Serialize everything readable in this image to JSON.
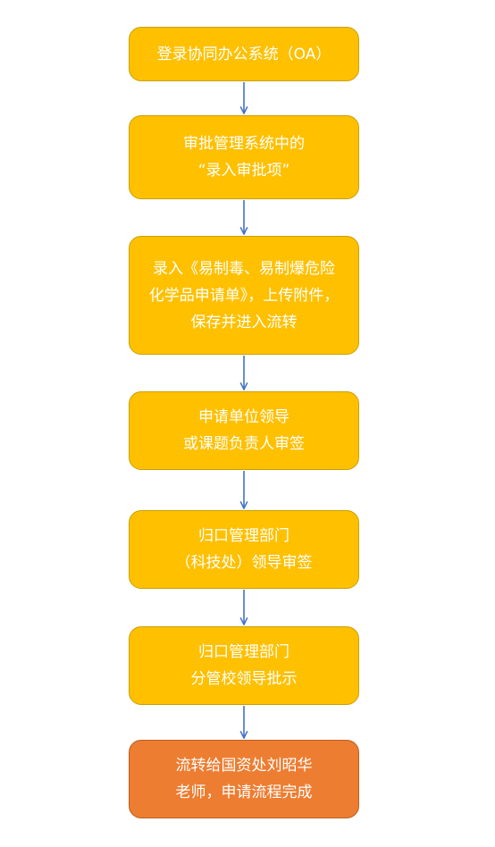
{
  "colors": {
    "step_fill": "#ffc000",
    "step_border": "#c9a000",
    "final_fill": "#ed7d31",
    "final_border": "#b85f22",
    "arrow": "#4472c4",
    "text": "#ffffff"
  },
  "steps": [
    {
      "lines": [
        "登录协同办公系统（OA）"
      ]
    },
    {
      "lines": [
        "审批管理系统中的",
        "“录入审批项”"
      ]
    },
    {
      "lines": [
        "录入《易制毒、易制爆危险",
        "化学品申请单》，上传附件，",
        "保存并进入流转"
      ]
    },
    {
      "lines": [
        "申请单位领导",
        "或课题负责人审签"
      ]
    },
    {
      "lines": [
        "归口管理部门",
        "（科技处）领导审签"
      ]
    },
    {
      "lines": [
        "归口管理部门",
        "分管校领导批示"
      ]
    },
    {
      "lines": [
        "流转给国资处刘昭华",
        "老师，申请流程完成"
      ]
    }
  ]
}
